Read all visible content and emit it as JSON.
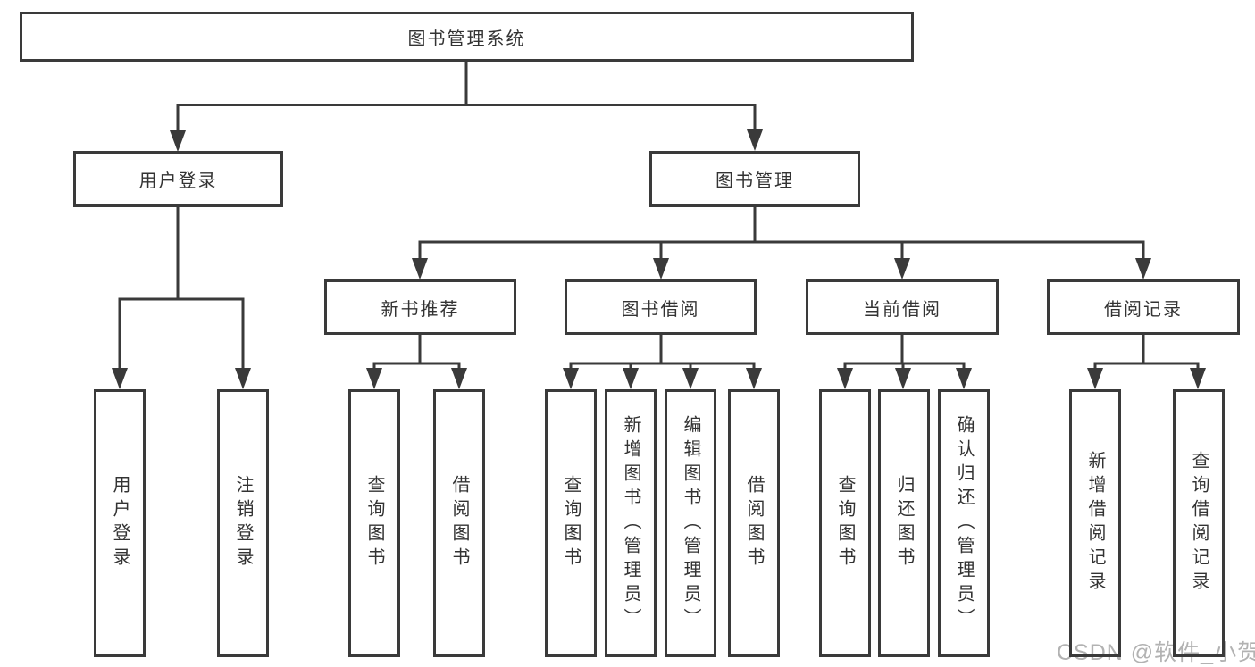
{
  "tree": {
    "root": "图书管理系统",
    "l1": [
      "用户登录",
      "图书管理"
    ],
    "l2": [
      "新书推荐",
      "图书借阅",
      "当前借阅",
      "借阅记录"
    ],
    "leaves_user_login": [
      "用户登录",
      "注销登录"
    ],
    "leaves_new_book": [
      "查询图书",
      "借阅图书"
    ],
    "leaves_book_borrow": [
      "查询图书",
      "新增图书（管理员）",
      "编辑图书（管理员）",
      "借阅图书"
    ],
    "leaves_current_borrow": [
      "查询图书",
      "归还图书",
      "确认归还（管理员）"
    ],
    "leaves_borrow_record": [
      "新增借阅记录",
      "查询借阅记录"
    ]
  },
  "watermark": {
    "text": "CSDN @软件_小贺同学"
  },
  "colors": {
    "line": "#3a3a3a",
    "box_border": "#3a3a3a",
    "text": "#333333",
    "watermark": "#b2b2b2",
    "background": "#ffffff"
  }
}
